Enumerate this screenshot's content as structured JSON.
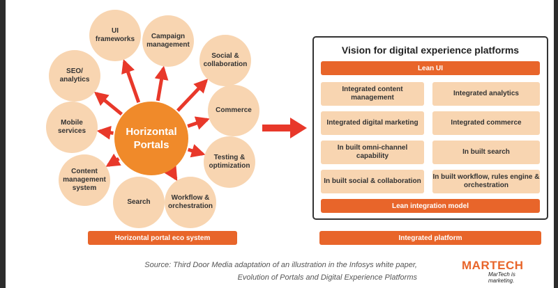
{
  "ecosystem": {
    "hub_lines": [
      "Horizontal",
      "Portals"
    ],
    "satellites": [
      {
        "lines": [
          "UI",
          "frameworks"
        ]
      },
      {
        "lines": [
          "Campaign",
          "management"
        ]
      },
      {
        "lines": [
          "Social &",
          "collaboration"
        ]
      },
      {
        "lines": [
          "Commerce"
        ]
      },
      {
        "lines": [
          "Testing &",
          "optimization"
        ]
      },
      {
        "lines": [
          "Workflow &",
          "orchestration"
        ]
      },
      {
        "lines": [
          "Search"
        ]
      },
      {
        "lines": [
          "Content",
          "management",
          "system"
        ]
      },
      {
        "lines": [
          "Mobile",
          "services"
        ]
      },
      {
        "lines": [
          "SEO/",
          "analytics"
        ]
      }
    ],
    "caption": "Horizontal portal eco system"
  },
  "platform": {
    "title": "Vision for digital experience platforms",
    "top_bar": "Lean UI",
    "cells": [
      [
        "Integrated content management",
        "Integrated analytics"
      ],
      [
        "Integrated digital marketing",
        "Integrated commerce"
      ],
      [
        "In built omni-channel capability",
        "In built search"
      ],
      [
        "In built social & collaboration",
        "In built workflow, rules engine & orchestration"
      ]
    ],
    "bottom_bar": "Lean integration model",
    "caption": "Integrated platform"
  },
  "source": {
    "line1": "Source: Third Door Media adaptation of an illustration in the Infosys white paper,",
    "line2": "Evolution of Portals and Digital Experience Platforms"
  },
  "logo": {
    "name": "MARTECH",
    "tagline": "MarTech is marketing."
  },
  "colors": {
    "accent": "#e8652a",
    "hub": "#f08a2a",
    "bubble": "#f8d5b1",
    "arrow": "#e8382a"
  }
}
